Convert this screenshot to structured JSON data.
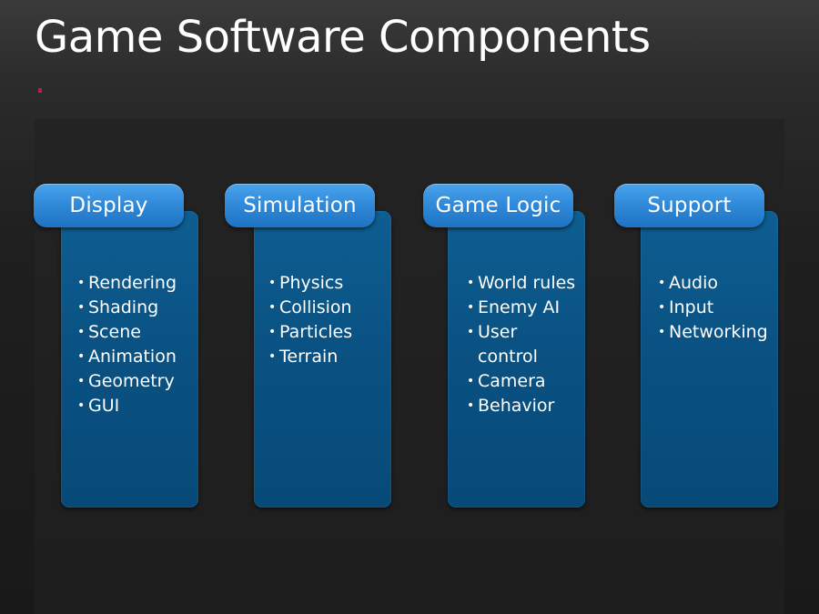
{
  "slide": {
    "title": "Game Software Components"
  },
  "columns": [
    {
      "header": "Display",
      "items": [
        "Rendering",
        "Shading",
        "Scene",
        "Animation",
        "Geometry",
        "GUI"
      ]
    },
    {
      "header": "Simulation",
      "items": [
        "Physics",
        "Collision",
        "Particles",
        "Terrain"
      ]
    },
    {
      "header": "Game Logic",
      "items": [
        "World rules",
        "Enemy AI",
        "User control",
        "Camera",
        "Behavior"
      ]
    },
    {
      "header": "Support",
      "items": [
        "Audio",
        "Input",
        "Networking"
      ]
    }
  ],
  "colors": {
    "header_fill": "#2d86d6",
    "body_fill": "#0a5283",
    "accent_mark": "#c2185b"
  }
}
